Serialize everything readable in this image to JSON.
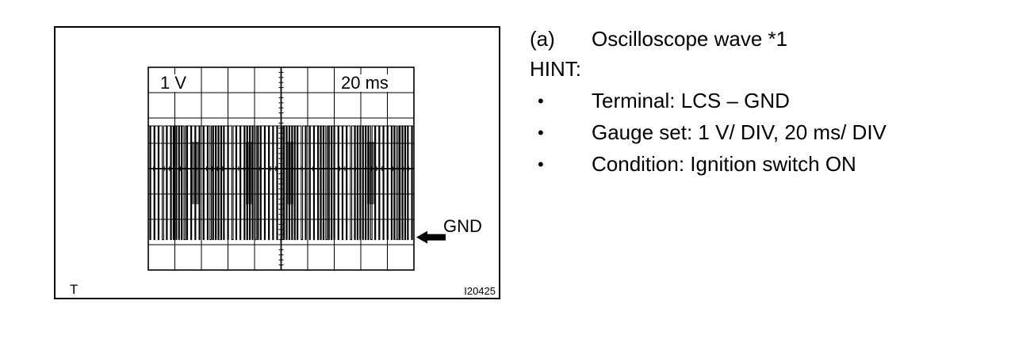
{
  "diagram": {
    "volt_per_div": "1 V",
    "time_per_div": "20 ms",
    "gnd_label": "GND",
    "corner_label": "T",
    "figure_code": "I20425"
  },
  "notes": {
    "item_tag": "(a)",
    "item_title": "Oscilloscope wave *1",
    "hint_label": "HINT:",
    "bullet_symbol": "•",
    "bullets": [
      "Terminal: LCS – GND",
      "Gauge set: 1 V/ DIV, 20 ms/ DIV",
      "Condition: Ignition switch ON"
    ]
  }
}
